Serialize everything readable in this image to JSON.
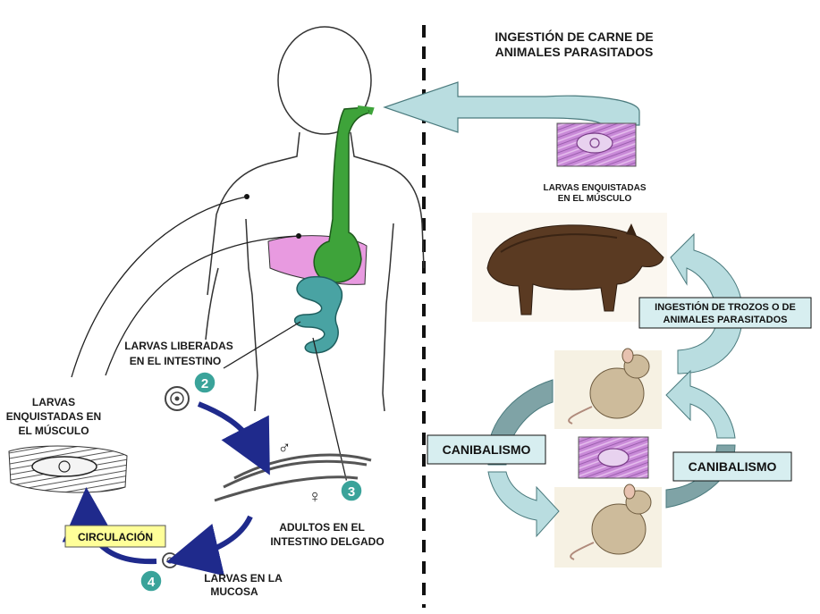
{
  "labels": {
    "ingestion_title_line1": "INGESTIÓN DE CARNE DE",
    "ingestion_title_line2": "ANIMALES PARASITADOS",
    "larvas_musculo_right_line1": "LARVAS ENQUISTADAS",
    "larvas_musculo_right_line2": "EN EL MÚSCULO",
    "ingestion_trozos_line1": "INGESTIÓN DE TROZOS O DE",
    "ingestion_trozos_line2": "ANIMALES PARASITADOS",
    "canibalismo_left": "CANIBALISMO",
    "canibalismo_right": "CANIBALISMO",
    "larvas_liberadas_line1": "LARVAS LIBERADAS",
    "larvas_liberadas_line2": "EN EL INTESTINO",
    "larvas_enquistadas_left_line1": "LARVAS",
    "larvas_enquistadas_left_line2": "ENQUISTADAS EN",
    "larvas_enquistadas_left_line3": "EL MÚSCULO",
    "adultos_line1": "ADULTOS EN EL",
    "adultos_line2": "INTESTINO DELGADO",
    "larvas_mucosa_line1": "LARVAS EN LA",
    "larvas_mucosa_line2": "MUCOSA",
    "circulacion": "CIRCULACIÓN",
    "male_symbol": "♂",
    "female_symbol": "♀"
  },
  "steps": [
    "2",
    "3",
    "4"
  ],
  "colors": {
    "arrow_light": "#b9dde0",
    "arrow_dark": "#7fa3a6",
    "cycle_arrow": "#1f2a8c",
    "step_badge": "#3aa39a",
    "esophagus": "#3ea33a",
    "liver": "#e89ae0",
    "intestine": "#49a3a3",
    "circulation_box": "#ffff99",
    "muscle_tissue": "#c07bd0"
  },
  "icons": [
    "human-silhouette",
    "boar-image",
    "rat-image",
    "muscle-tissue-image"
  ]
}
